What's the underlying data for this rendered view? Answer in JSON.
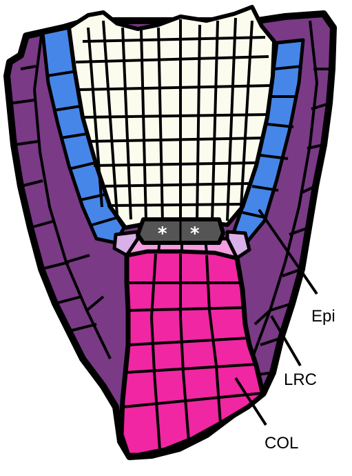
{
  "labels": {
    "epi": "Epi",
    "lrc": "LRC",
    "col": "COL"
  },
  "qc_marks": [
    "*",
    "*"
  ],
  "colors": {
    "lrc": "#7a3a86",
    "epidermis": "#4686e8",
    "stele": "#fbfbee",
    "quiescent_center": "#555555",
    "columella_initial": "#f29ee0",
    "epi_lrc_initial": "#d9b0e8",
    "columella": "#f026a2",
    "outline": "#000000"
  }
}
